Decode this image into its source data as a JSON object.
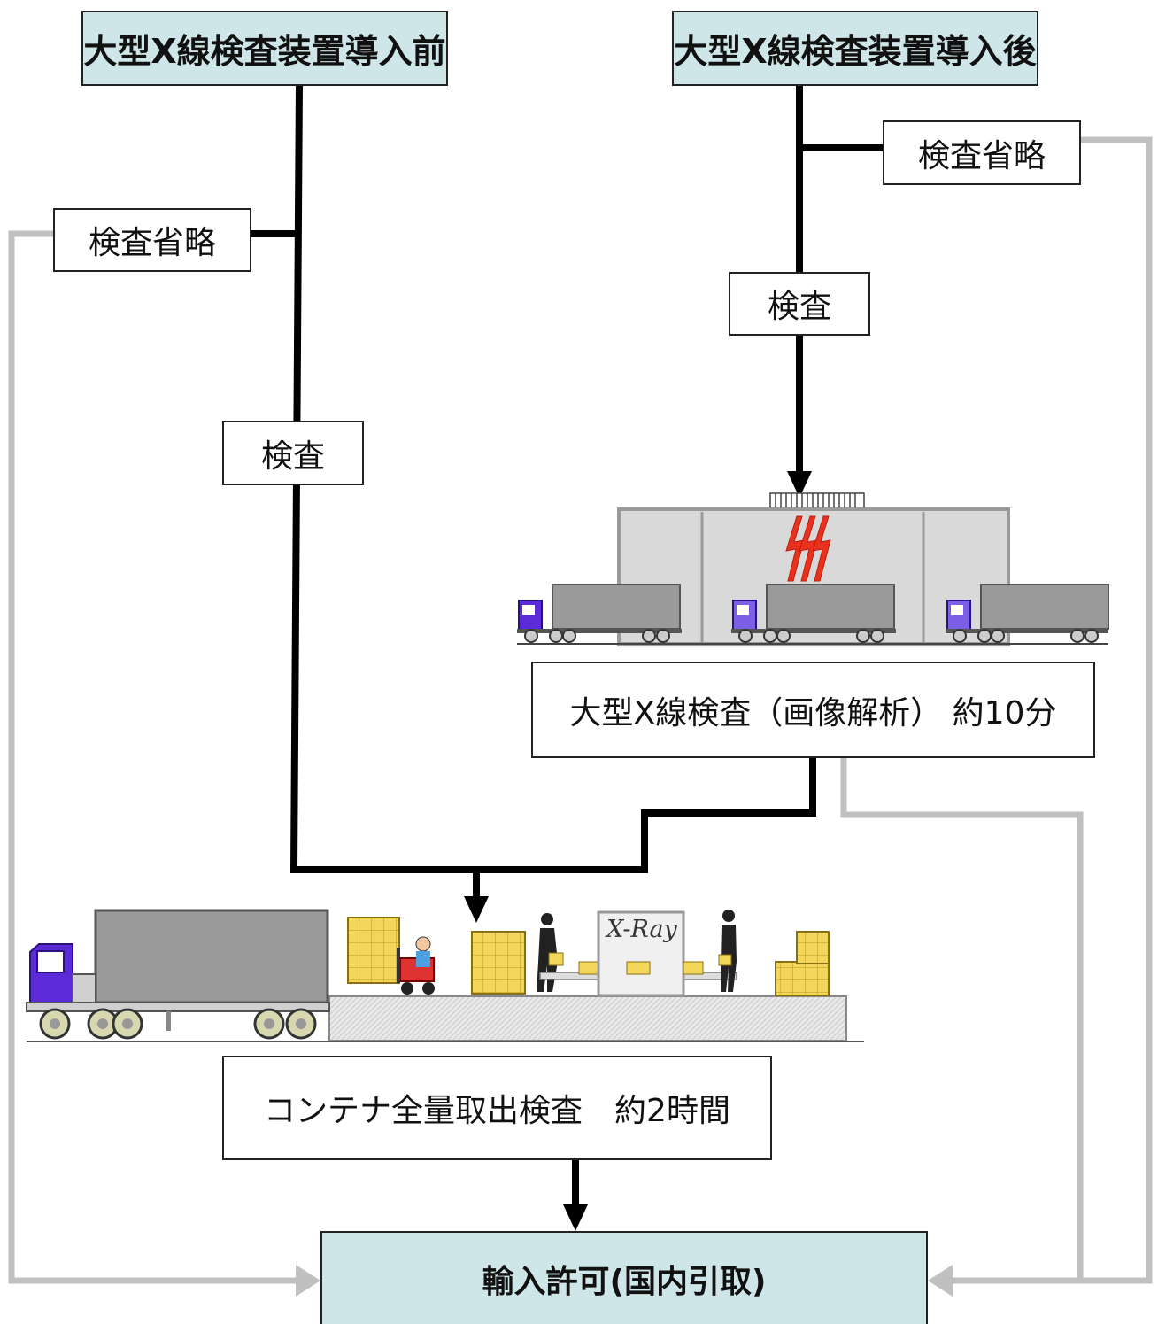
{
  "headers": {
    "before": "大型X線検査装置導入前",
    "after": "大型X線検査装置導入後"
  },
  "left_branch": {
    "skip_label": "検査省略",
    "inspect_label": "検査"
  },
  "right_branch": {
    "skip_label": "検査省略",
    "inspect_label": "検査"
  },
  "xray_caption": "大型X線検査（画像解析） 約10分",
  "xray_sign": "X-Ray",
  "manual_caption": "コンテナ全量取出検査　約2時間",
  "final_label": "輸入許可(国内引取)",
  "colors": {
    "header_fill": "#cfe6e8",
    "main_line": "#000000",
    "skip_line": "#c0c0c0",
    "truck_cab": "#5a2bd6",
    "container": "#9a9a9a",
    "box_fill": "#f3d75a",
    "beam": "#e8321e"
  }
}
